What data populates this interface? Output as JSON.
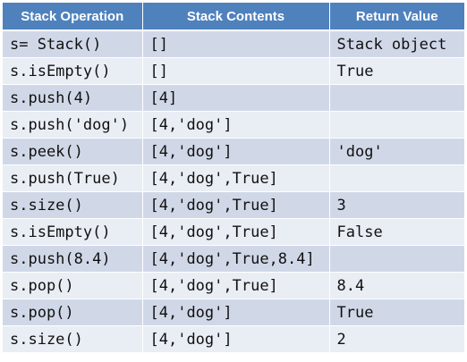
{
  "table": {
    "headers": [
      "Stack Operation",
      "Stack Contents",
      "Return Value"
    ],
    "rows": [
      [
        "s= Stack()",
        "[]",
        "Stack object"
      ],
      [
        "s.isEmpty()",
        "[]",
        "True"
      ],
      [
        "s.push(4)",
        "[4]",
        ""
      ],
      [
        "s.push('dog')",
        "[4,'dog']",
        ""
      ],
      [
        "s.peek()",
        "[4,'dog']",
        "'dog'"
      ],
      [
        "s.push(True)",
        "[4,'dog',True]",
        ""
      ],
      [
        "s.size()",
        "[4,'dog',True]",
        "3"
      ],
      [
        "s.isEmpty()",
        "[4,'dog',True]",
        "False"
      ],
      [
        "s.push(8.4)",
        "[4,'dog',True,8.4]",
        ""
      ],
      [
        "s.pop()",
        "[4,'dog',True]",
        "8.4"
      ],
      [
        "s.pop()",
        "[4,'dog']",
        "True"
      ],
      [
        "s.size()",
        "[4,'dog']",
        "2"
      ]
    ]
  },
  "colors": {
    "header_bg": "#4f81bd",
    "header_text": "#ffffff",
    "row_odd_bg": "#d0d8e8",
    "row_even_bg": "#e9edf4"
  }
}
